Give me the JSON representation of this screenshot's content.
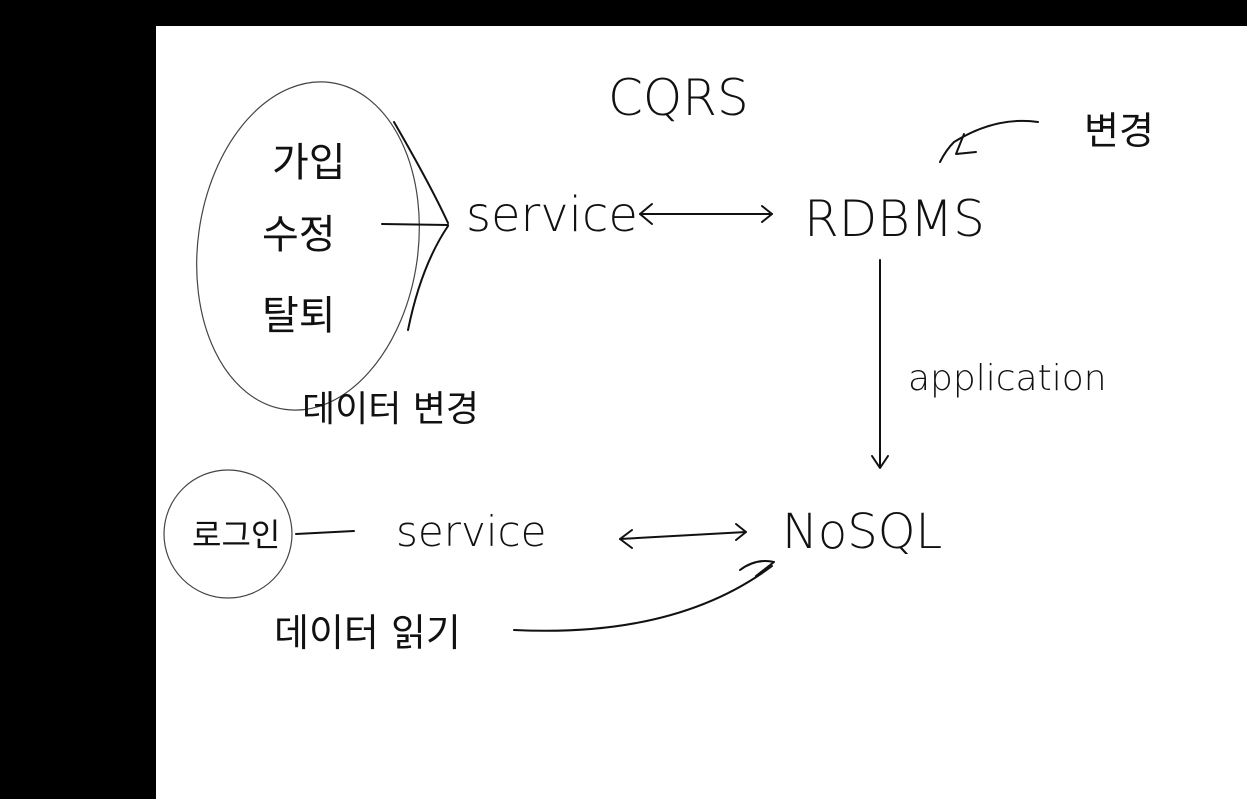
{
  "title": "CQRS",
  "command": {
    "actions": [
      "가입",
      "수정",
      "탈퇴"
    ],
    "caption": "데이터 변경",
    "service": "service",
    "store": "RDBMS",
    "store_note": "변경"
  },
  "sync_label": "application",
  "query": {
    "action": "로그인",
    "caption": "데이터 읽기",
    "service": "service",
    "store": "NoSQL"
  },
  "colors": {
    "ink": "#111111",
    "paper": "#ffffff",
    "frame": "#000000"
  }
}
